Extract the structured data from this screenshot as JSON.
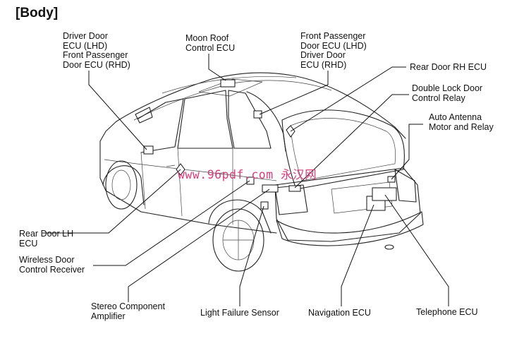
{
  "page": {
    "heading": "[Body]",
    "watermark": "www.96pdf.com 永汉网"
  },
  "labels": {
    "driver_door_ecu": "Driver Door\nECU (LHD)\nFront Passenger\nDoor ECU (RHD)",
    "moon_roof": "Moon Roof\nControl ECU",
    "front_passenger_door_ecu": "Front Passenger\nDoor ECU (LHD)\nDriver Door\nECU (RHD)",
    "rear_door_rh": "Rear Door RH ECU",
    "double_lock": "Double Lock Door\nControl Relay",
    "auto_antenna": "Auto Antenna\nMotor and Relay",
    "rear_door_lh": "Rear Door LH\nECU",
    "wireless_door": "Wireless Door\nControl Receiver",
    "stereo_amp": "Stereo Component\nAmplifier",
    "light_failure": "Light Failure Sensor",
    "navigation": "Navigation ECU",
    "telephone": "Telephone ECU"
  },
  "colors": {
    "line": "#111111",
    "watermark": "#d93d7a"
  }
}
